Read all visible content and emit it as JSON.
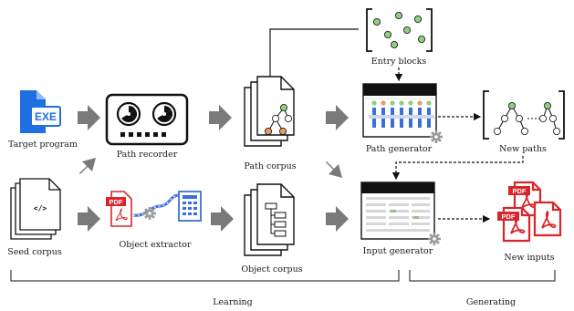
{
  "labels": {
    "target_program": "Target program",
    "path_recorder": "Path recorder",
    "path_corpus": "Path corpus",
    "entry_blocks": "Entry blocks",
    "path_generator": "Path generator",
    "new_paths": "New paths",
    "seed_corpus": "Seed corpus",
    "object_extractor": "Object extractor",
    "object_corpus": "Object corpus",
    "input_generator": "Input generator",
    "new_inputs": "New inputs",
    "learning": "Learning",
    "generating": "Generating"
  },
  "badges": {
    "exe": "EXE",
    "pdf": "PDF",
    "code": "</>"
  },
  "colors": {
    "exe_blue": "#1f6fe0",
    "pdf_red": "#d9262c",
    "node_green": "#8fcf7f",
    "node_orange": "#e89a6a",
    "arrow_gray": "#7a7a7a",
    "gear_gray": "#9a9a9a",
    "bar_blue": "#3b6fd8"
  },
  "icons": {
    "exe_file": "exe-file-icon",
    "tape": "tape-recorder-icon",
    "pdf_extract": "pdf-extractor-icon",
    "gear": "gear-icon",
    "tree": "tree-graph-icon"
  }
}
